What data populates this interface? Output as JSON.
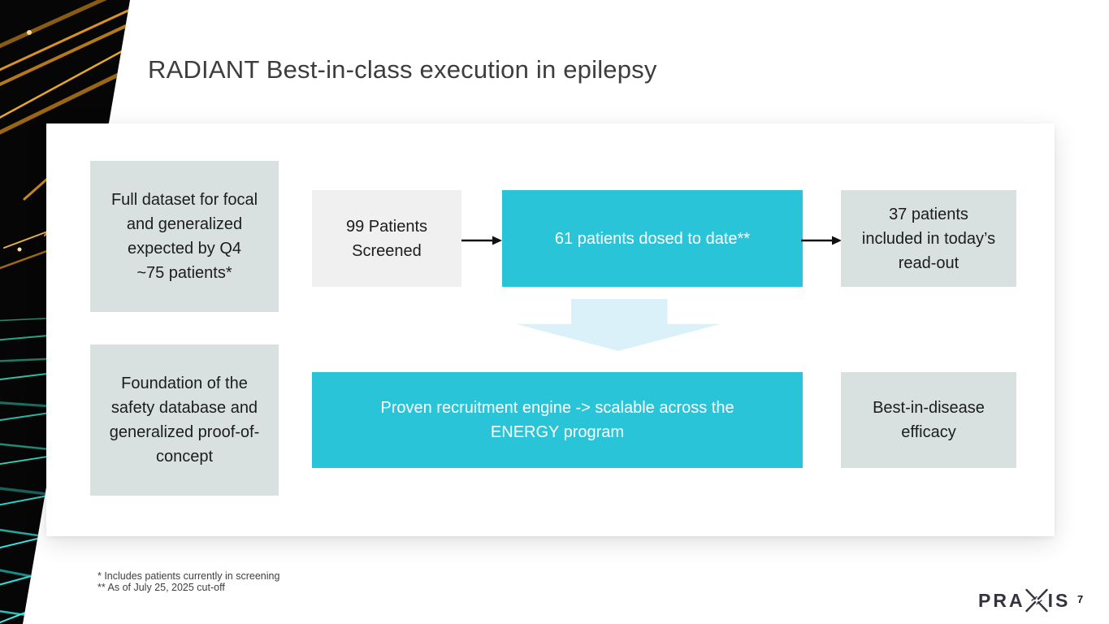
{
  "slide": {
    "title": "RADIANT Best-in-class execution in epilepsy",
    "page_number": "7",
    "footnotes": "* Includes patients currently in screening\n** As of July 25, 2025 cut-off",
    "logo_text_left": "PRA",
    "logo_text_right": "IS"
  },
  "flow": {
    "full_dataset_box": "Full dataset for focal\nand generalized\nexpected by Q4\n~75 patients*",
    "screened_box": "99 Patients\nScreened",
    "dosed_box": "61 patients dosed to date**",
    "readout_box": "37 patients\nincluded in today’s\nread-out",
    "foundation_box": "Foundation of the\nsafety database and\ngeneralized proof-of-\nconcept",
    "recruitment_box": "Proven recruitment engine -> scalable across the\nENERGY program",
    "efficacy_box": "Best-in-disease\nefficacy"
  },
  "colors": {
    "accent_teal": "#2ac4d9",
    "box_gray": "#d9e0e0",
    "box_light_gray": "#f0f0f0",
    "arrow_light_blue": "#daf1f9",
    "fiber_orange": "#d99323",
    "fiber_teal": "#26d8c8"
  }
}
